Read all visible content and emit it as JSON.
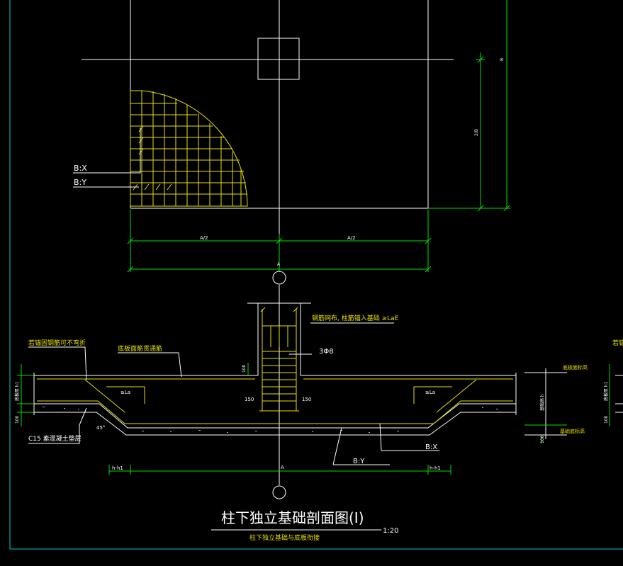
{
  "drawing": {
    "title": "柱下独立基础剖面图(Ⅰ)",
    "scale": "1:20",
    "subtitle": "柱下独立基础与底板衔接",
    "plan": {
      "rebar_x_label": "B:X",
      "rebar_y_label": "B:Y",
      "dim_half_a_left": "A/2",
      "dim_half_a_right": "A/2",
      "dim_full_a": "A",
      "dim_b": "B",
      "dim_half_b": "2/B"
    },
    "section": {
      "note_column_rebar": "钢筋网布, 柱筋锚入基础 ≥LaE",
      "note_stirrups": "3Φ8",
      "note_anchor": "若锚固钢筋可不弯折",
      "note_slab_rebar": "底板面筋贯通筋",
      "note_cushion": "C15 素混凝土垫层",
      "dim_100_top": "100",
      "dim_150_left": "150",
      "dim_150_right": "150",
      "dim_la_left": "≥La",
      "dim_la_right": "≥La",
      "dim_slab_h1": "底板厚 h1",
      "dim_100_bottom": "100",
      "label_bx": "B:X",
      "label_by": "B:Y",
      "dim_h_h1_left": "h-h1",
      "dim_h_h1_right": "h-h1",
      "dim_a": "A",
      "axis_label": "A",
      "angle": "45°"
    },
    "side_detail": {
      "top_note": "底板面标高",
      "bottom_note": "基础底标高",
      "dim_h": "基础高 h",
      "dim_100": "100"
    },
    "right_edge": {
      "note": "若锚",
      "dim_h1": "底板厚 h1",
      "dim_100": "100"
    }
  }
}
